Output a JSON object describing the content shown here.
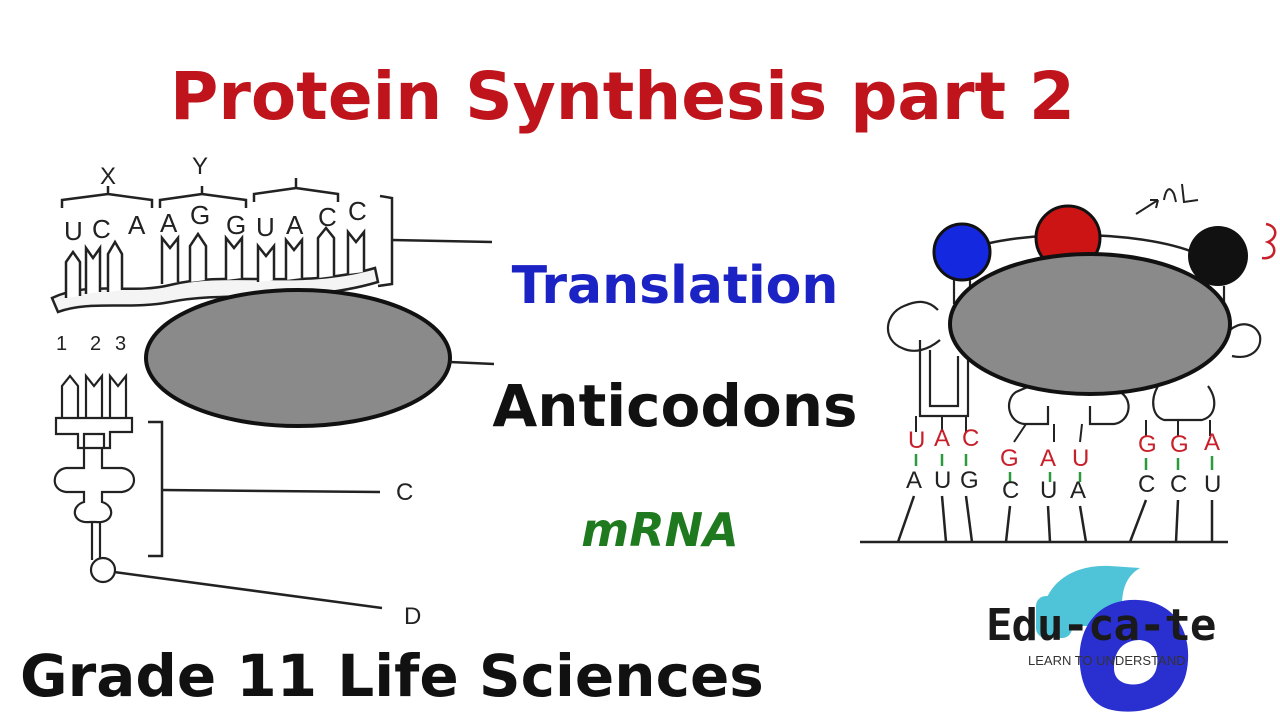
{
  "title": "Protein Synthesis part 2",
  "terms": {
    "translation": "Translation",
    "anticodons": "Anticodons",
    "mrna": "mRNA"
  },
  "subtitle": "Grade 11 Life Sciences",
  "left_diagram": {
    "bracket_labels": {
      "x": "X",
      "y": "Y"
    },
    "mrna_bases": [
      "U",
      "C",
      "A",
      "A",
      "G",
      "G",
      "U",
      "A",
      "C",
      "C"
    ],
    "trna_positions": [
      "1",
      "2",
      "3"
    ],
    "part_labels": {
      "c": "C",
      "d": "D"
    }
  },
  "right_diagram": {
    "anticodons": [
      "U",
      "A",
      "C",
      "G",
      "A",
      "U",
      "G",
      "G",
      "A"
    ],
    "codons": [
      "A",
      "U",
      "G",
      "C",
      "U",
      "A",
      "C",
      "C",
      "U"
    ],
    "colors": {
      "amino_blue": "#1428e0",
      "amino_red": "#cc1414",
      "amino_black": "#111111",
      "anticodon_red": "#c8202a",
      "bond_green": "#2a9a3a"
    }
  },
  "logo": {
    "word": "Edu-ca-te",
    "tagline": "LEARN TO UNDERSTAND",
    "colors": {
      "cyan": "#4fc4d8",
      "blue": "#2a2fd0"
    }
  }
}
